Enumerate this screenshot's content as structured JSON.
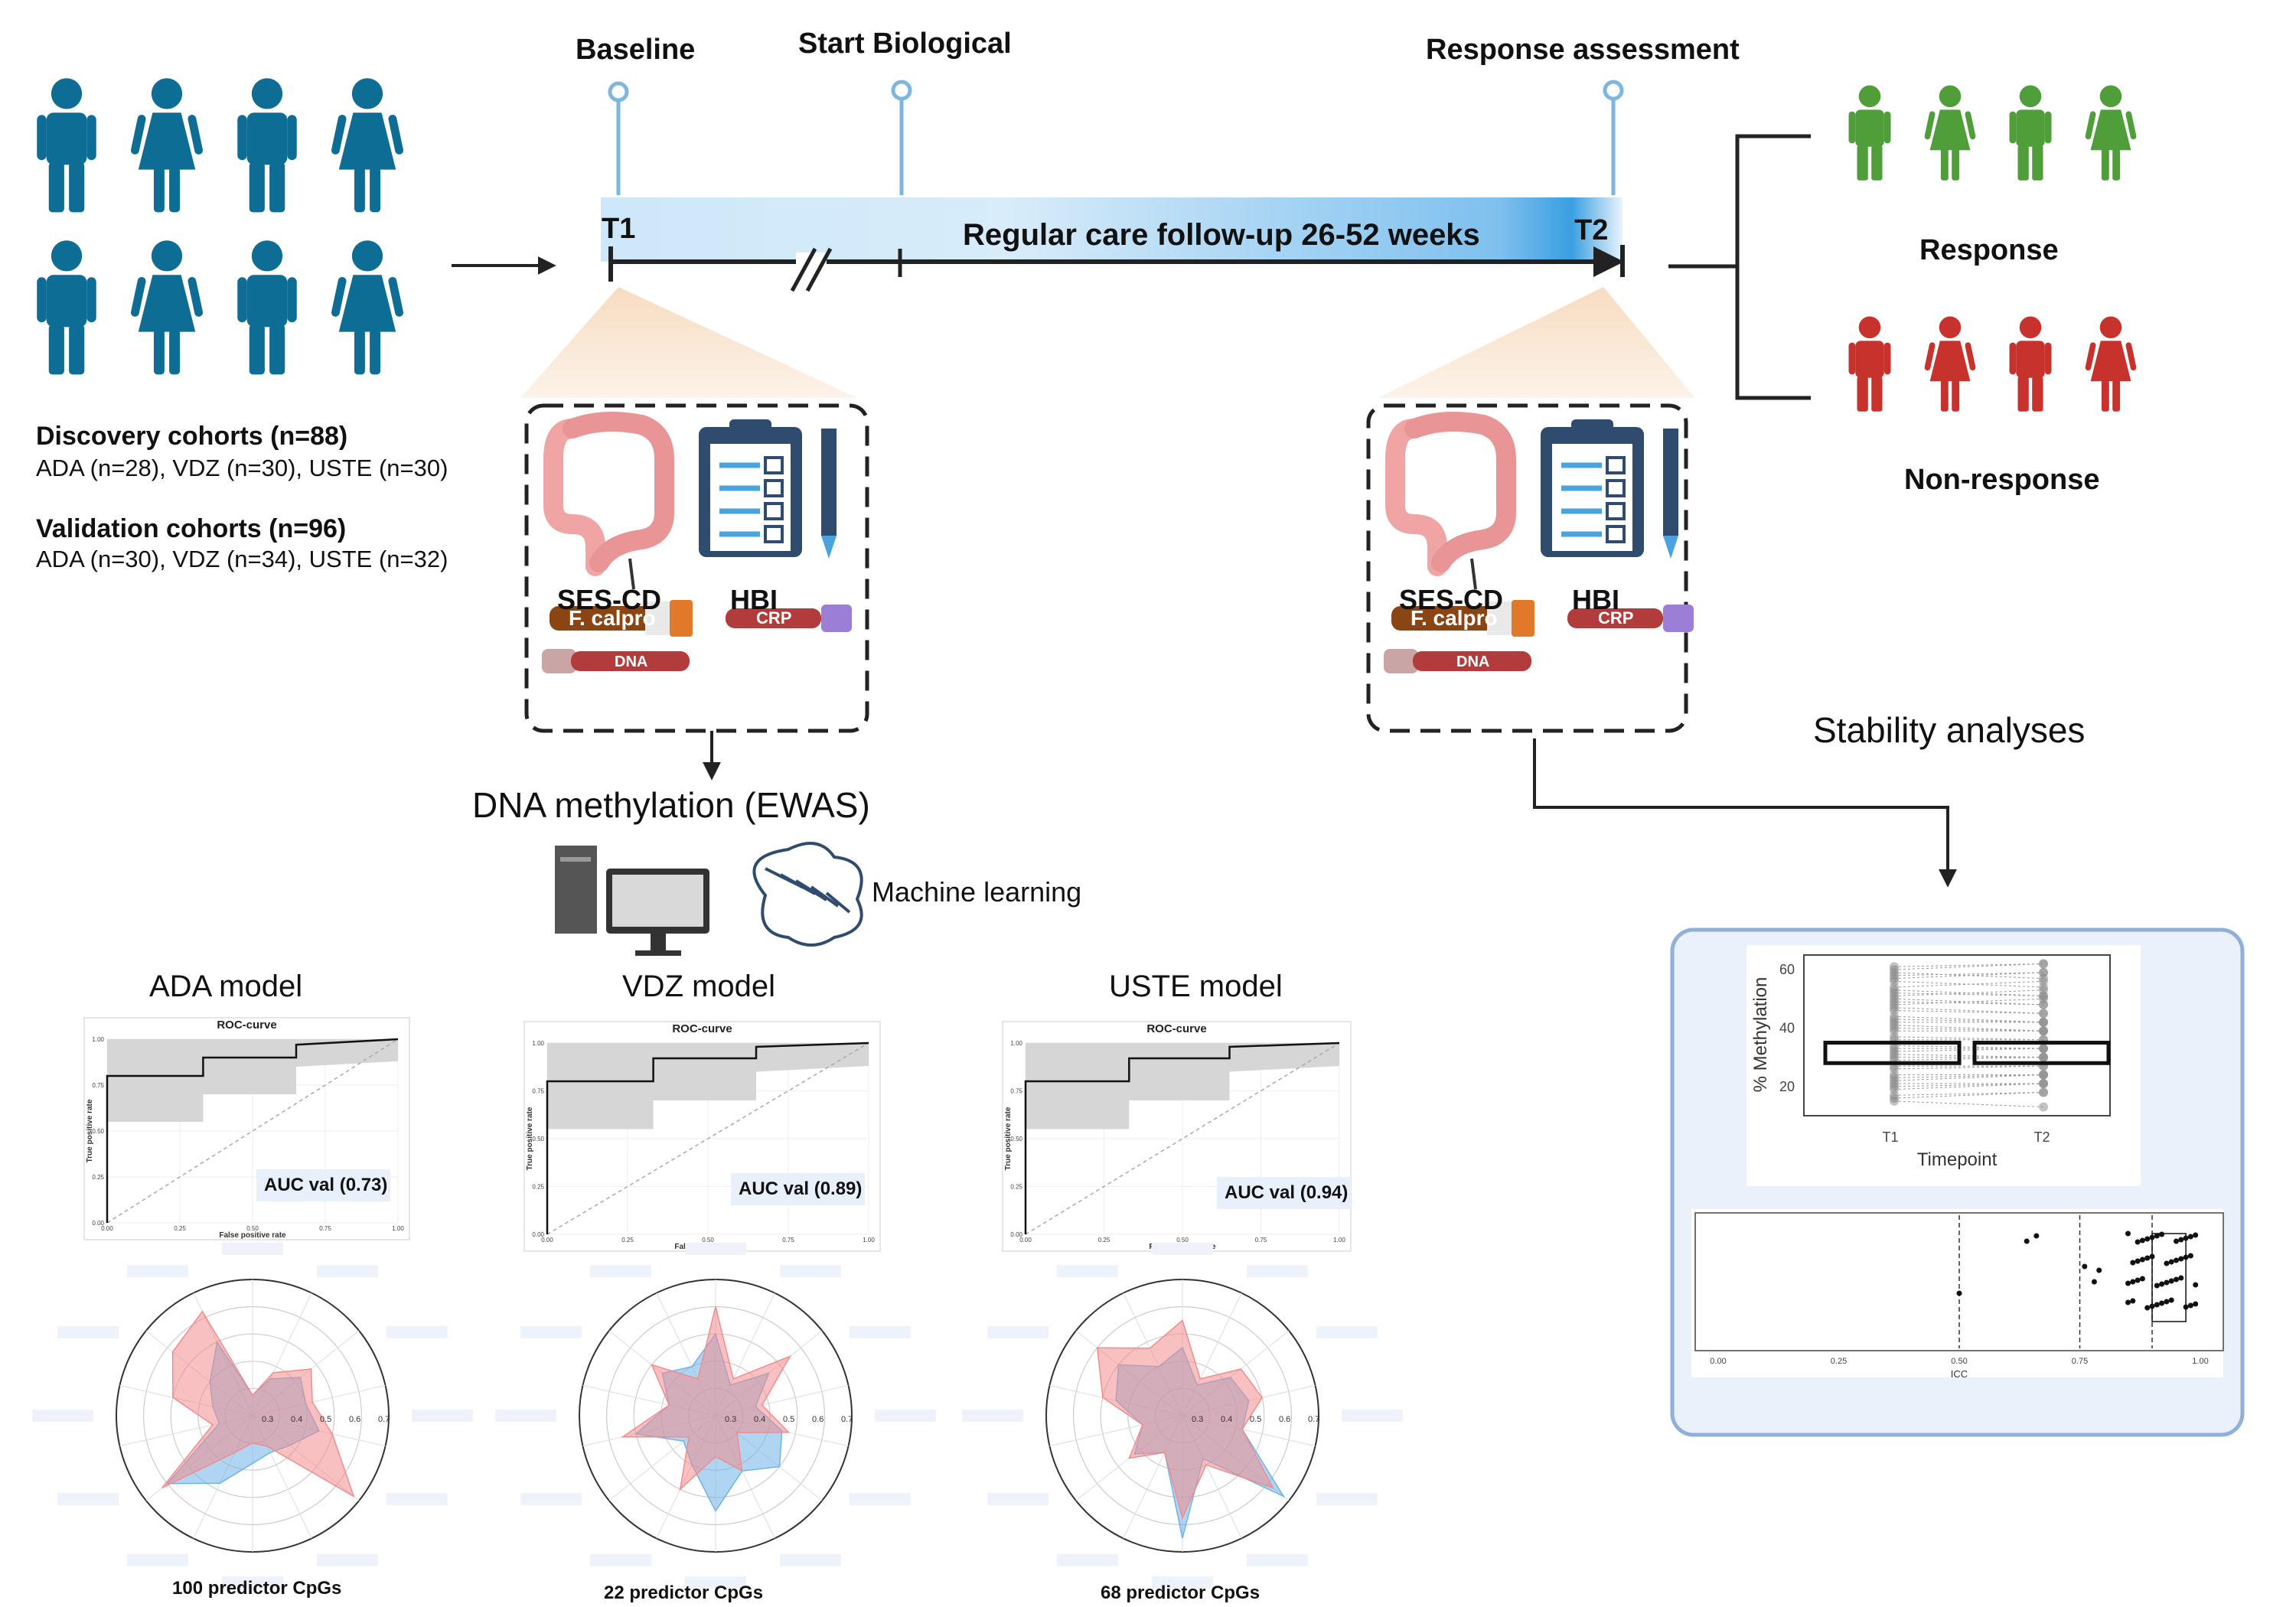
{
  "timeline": {
    "baseline": "Baseline",
    "start_bio": "Start Biological",
    "response_assessment": "Response assessment",
    "t1": "T1",
    "t2": "T2",
    "followup": "Regular care follow-up 26-52 weeks"
  },
  "cohorts": {
    "discovery_title": "Discovery cohorts (n=88)",
    "discovery_detail": "ADA (n=28), VDZ (n=30), USTE (n=30)",
    "validation_title": "Validation cohorts (n=96)",
    "validation_detail": "ADA (n=30), VDZ (n=34), USTE (n=32)"
  },
  "outcomes": {
    "response": "Response",
    "nonresponse": "Non-response"
  },
  "measures": {
    "ses_cd": "SES-CD",
    "hbi": "HBI",
    "fcalpro": "F. calpro",
    "crp": "CRP",
    "dna": "DNA"
  },
  "methods": {
    "ewas": "DNA methylation (EWAS)",
    "ml": "Machine learning",
    "stability": "Stability analyses"
  },
  "models": [
    {
      "title": "ADA model",
      "auc": "AUC val (0.73)",
      "predictors": "100 predictor CpGs"
    },
    {
      "title": "VDZ model",
      "auc": "AUC val (0.89)",
      "predictors": "22 predictor CpGs"
    },
    {
      "title": "USTE model",
      "auc": "AUC val (0.94)",
      "predictors": "68 predictor CpGs"
    }
  ],
  "roc_panel": {
    "title": "ROC-curve",
    "ylabel": "True positive rate",
    "xlabel": "False positive rate",
    "xticks": [
      "0.00",
      "0.25",
      "0.50",
      "0.75",
      "1.00"
    ],
    "yticks": [
      "0.00",
      "0.25",
      "0.50",
      "0.75",
      "1.00"
    ]
  },
  "radar_ticks": [
    "0.3",
    "0.4",
    "0.5",
    "0.6",
    "0.7"
  ],
  "stability_box": {
    "ylabel": "% Methylation",
    "xlabel": "Timepoint",
    "yticks": [
      "20",
      "40",
      "60"
    ],
    "xticks": [
      "T1",
      "T2"
    ]
  },
  "icc_panel": {
    "xlabel": "ICC",
    "xticks": [
      "0.00",
      "0.25",
      "0.50",
      "0.75",
      "1.00"
    ]
  },
  "colors": {
    "cohort_blue": "#0e6d95",
    "response_green": "#4f9e3a",
    "nonresponse_red": "#c8322c",
    "timeline_blue": "#5fb0e3",
    "radar_red": "#f28c8c",
    "radar_blue": "#6fb3ea"
  },
  "chart_data": [
    {
      "type": "line",
      "title": "ROC-curve",
      "series": [
        {
          "name": "",
          "x": [
            0,
            0,
            0.33,
            0.33,
            0.65,
            0.65,
            1.0
          ],
          "y": [
            0,
            0.8,
            0.8,
            0.9,
            0.9,
            0.97,
            1.0
          ]
        }
      ],
      "xlim": [
        0,
        1
      ],
      "ylim": [
        0,
        1
      ]
    },
    {
      "type": "line",
      "title": "ROC-curve",
      "series": [
        {
          "name": "",
          "x": [
            0,
            0,
            0.33,
            0.33,
            0.65,
            0.65,
            1.0
          ],
          "y": [
            0,
            0.8,
            0.8,
            0.92,
            0.92,
            0.98,
            1.0
          ]
        }
      ],
      "xlim": [
        0,
        1
      ],
      "ylim": [
        0,
        1
      ]
    },
    {
      "type": "line",
      "title": "ROC-curve",
      "series": [
        {
          "name": "",
          "x": [
            0,
            0,
            0.33,
            0.33,
            0.65,
            0.65,
            1.0
          ],
          "y": [
            0,
            0.8,
            0.8,
            0.92,
            0.92,
            0.98,
            1.0
          ]
        }
      ],
      "xlim": [
        0,
        1
      ],
      "ylim": [
        0,
        1
      ]
    }
  ]
}
